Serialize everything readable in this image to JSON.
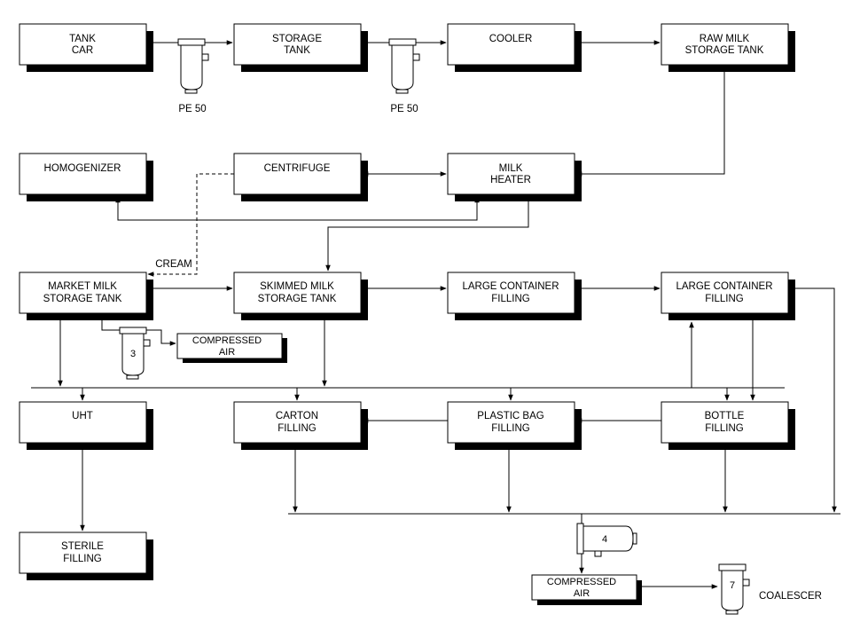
{
  "boxes": {
    "tank_car": [
      "TANK",
      "CAR"
    ],
    "storage_tank": [
      "STORAGE",
      "TANK"
    ],
    "cooler": [
      "COOLER"
    ],
    "raw_milk": [
      "RAW MILK",
      "STORAGE TANK"
    ],
    "homogenizer": [
      "HOMOGENIZER"
    ],
    "centrifuge": [
      "CENTRIFUGE"
    ],
    "milk_heater": [
      "MILK",
      "HEATER"
    ],
    "market_milk": [
      "MARKET MILK",
      "STORAGE TANK"
    ],
    "skimmed_milk": [
      "SKIMMED MILK",
      "STORAGE TANK"
    ],
    "large_container_1": [
      "LARGE CONTAINER",
      "FILLING"
    ],
    "large_container_2": [
      "LARGE CONTAINER",
      "FILLING"
    ],
    "compressed_air_1": [
      "COMPRESSED",
      "AIR"
    ],
    "uht": [
      "UHT"
    ],
    "carton": [
      "CARTON",
      "FILLING"
    ],
    "plastic_bag": [
      "PLASTIC BAG",
      "FILLING"
    ],
    "bottle": [
      "BOTTLE",
      "FILLING"
    ],
    "sterile": [
      "STERILE",
      "FILLING"
    ],
    "compressed_air_2": [
      "COMPRESSED",
      "AIR"
    ]
  },
  "labels": {
    "pe50_a": "PE 50",
    "pe50_b": "PE 50",
    "cream": "CREAM",
    "filter_3": "3",
    "filter_4": "4",
    "filter_7": "7",
    "coalescer": "COALESCER"
  }
}
